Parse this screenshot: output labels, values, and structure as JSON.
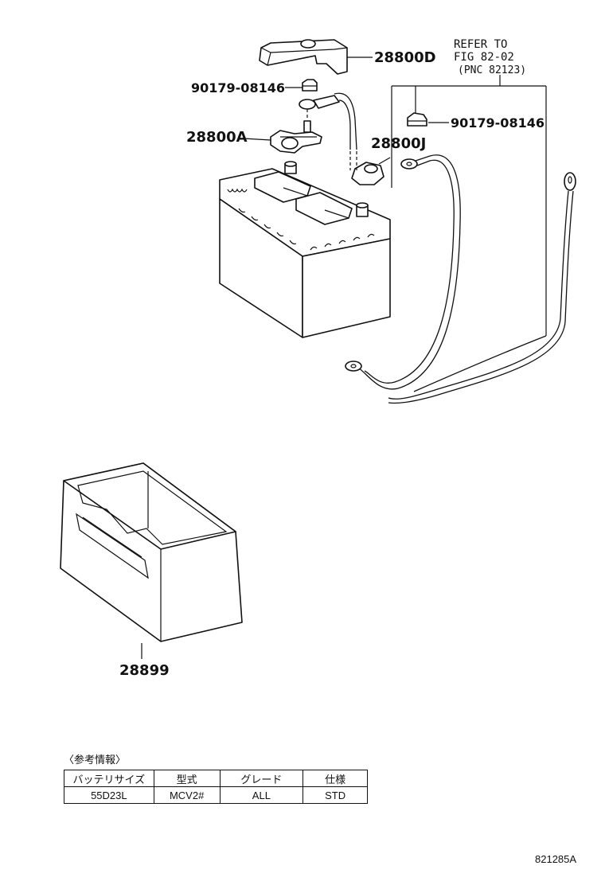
{
  "labels": {
    "cover": "28800D",
    "nut_left": "90179-08146",
    "clamp": "28800A",
    "terminal_neg": "28800J",
    "nut_right": "90179-08146",
    "tray": "28899"
  },
  "reference": {
    "line1": "REFER TO",
    "line2": "FIG 82-02",
    "line3": "(PNC 82123)"
  },
  "info": {
    "title": "〈参考情報〉",
    "headers": [
      "バッテリサイズ",
      "型式",
      "グレード",
      "仕様"
    ],
    "row": [
      "55D23L",
      "MCV2#",
      "ALL",
      "STD"
    ]
  },
  "figure_code": "821285A"
}
